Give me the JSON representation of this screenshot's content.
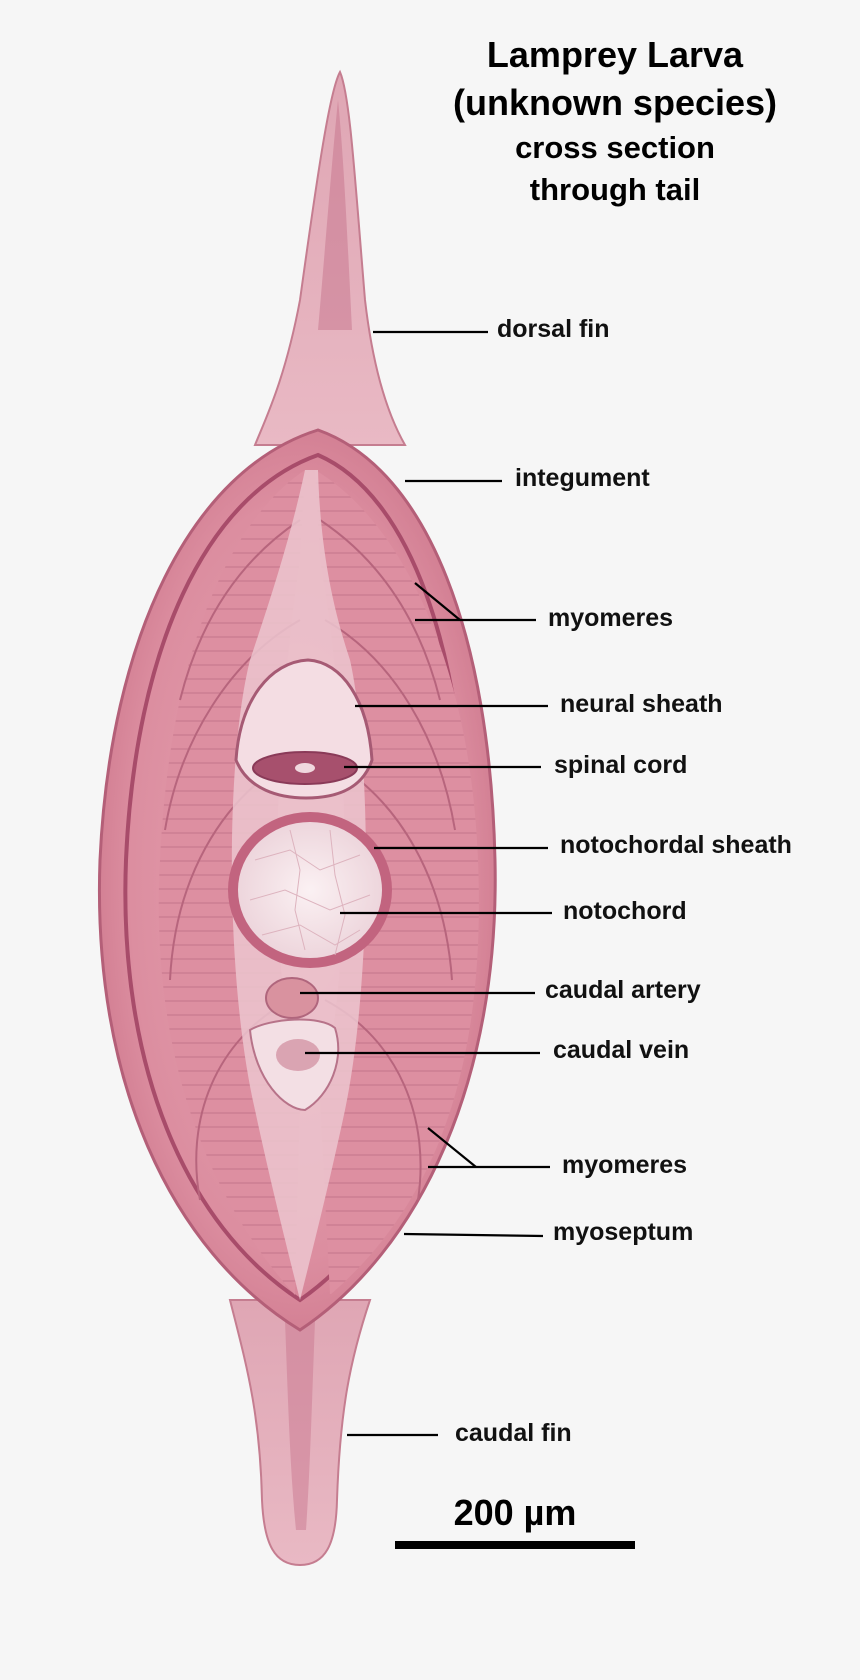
{
  "title": {
    "line1": "Lamprey Larva",
    "line2": "(unknown species)",
    "line3": "cross section",
    "line4": "through tail"
  },
  "labels": {
    "dorsal_fin": "dorsal fin",
    "integument": "integument",
    "myomeres_upper": "myomeres",
    "neural_sheath": "neural sheath",
    "spinal_cord": "spinal cord",
    "notochordal_sheath": "notochordal sheath",
    "notochord": "notochord",
    "caudal_artery": "caudal artery",
    "caudal_vein": "caudal vein",
    "myomeres_lower": "myomeres",
    "myoseptum": "myoseptum",
    "caudal_fin": "caudal fin"
  },
  "scale_bar": {
    "label": "200 µm"
  },
  "colors": {
    "background": "#f6f6f6",
    "tissue_pink": "#d98a9c",
    "tissue_dark": "#b85a78",
    "fin_pale": "#e8b8c2",
    "notochord_fill": "#f3e6ea"
  }
}
